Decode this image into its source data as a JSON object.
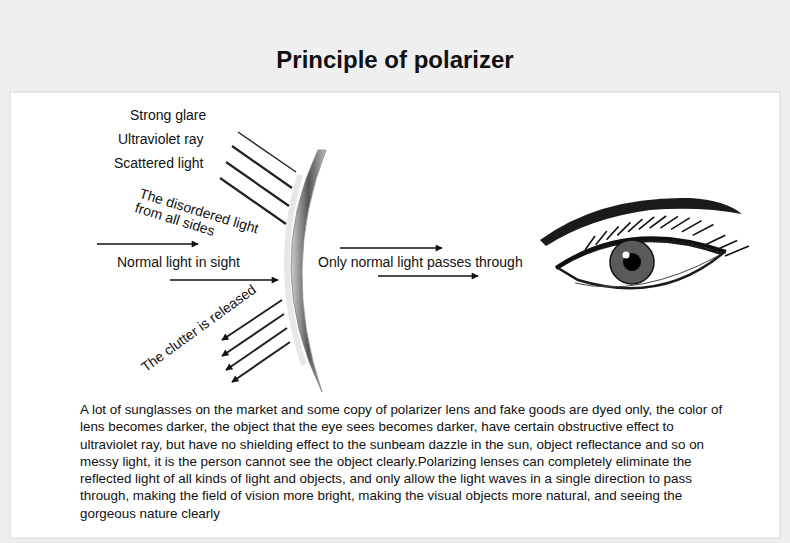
{
  "diagram": {
    "title": "Principle of polarizer",
    "labels": [
      "Strong glare",
      "Ultraviolet ray",
      "Scattered light",
      "The disordered light from all sides",
      "Normal light in sight",
      "The clutter is released",
      "Only normal light passes through",
      "A lot of sunglasses on the market and some copy of polarizer lens and fake goods are dyed only, the color of lens becomes darker, the object that the eye sees becomes darker, have certain obstructive effect to ultraviolet ray, but have no shielding effect to the sunbeam dazzle in the sun, object reflectance and so on messy light, it is the person cannot see the object clearly.Polarizing lenses can completely eliminate the reflected light of all kinds of light and objects, and only allow the light waves in a single direction to pass through, making the field of vision more bright, making the visual objects more natural, and seeing the gorgeous nature clearly"
    ]
  }
}
